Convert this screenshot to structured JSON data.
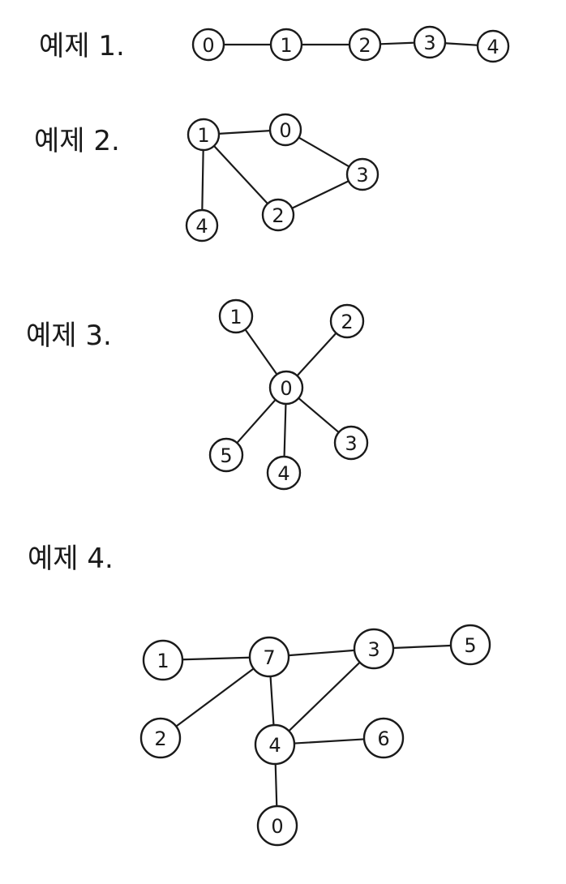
{
  "examples": [
    {
      "title": "예제 1.",
      "nodes": [
        "0",
        "1",
        "2",
        "3",
        "4"
      ],
      "edges": [
        [
          "0",
          "1"
        ],
        [
          "1",
          "2"
        ],
        [
          "2",
          "3"
        ],
        [
          "3",
          "4"
        ]
      ]
    },
    {
      "title": "예제 2.",
      "nodes": [
        "1",
        "0",
        "3",
        "2",
        "4"
      ],
      "edges": [
        [
          "1",
          "0"
        ],
        [
          "0",
          "3"
        ],
        [
          "3",
          "2"
        ],
        [
          "2",
          "1"
        ],
        [
          "1",
          "4"
        ]
      ]
    },
    {
      "title": "예제 3.",
      "nodes": [
        "1",
        "2",
        "0",
        "5",
        "4",
        "3"
      ],
      "edges": [
        [
          "1",
          "0"
        ],
        [
          "2",
          "0"
        ],
        [
          "0",
          "5"
        ],
        [
          "0",
          "4"
        ],
        [
          "0",
          "3"
        ]
      ]
    },
    {
      "title": "예제 4.",
      "nodes": [
        "1",
        "7",
        "3",
        "5",
        "2",
        "4",
        "6",
        "0"
      ],
      "edges": [
        [
          "1",
          "7"
        ],
        [
          "7",
          "3"
        ],
        [
          "3",
          "5"
        ],
        [
          "7",
          "2"
        ],
        [
          "7",
          "4"
        ],
        [
          "3",
          "4"
        ],
        [
          "4",
          "6"
        ],
        [
          "4",
          "0"
        ]
      ]
    }
  ]
}
